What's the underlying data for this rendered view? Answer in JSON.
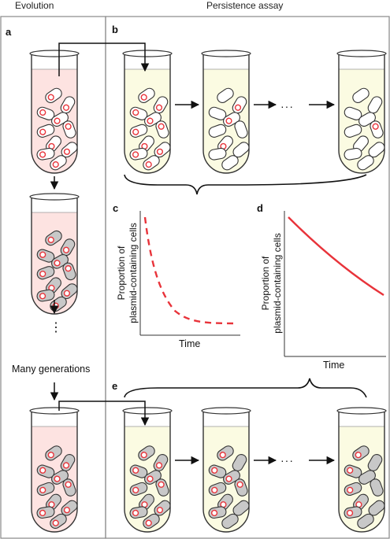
{
  "headers": {
    "left": "Evolution",
    "right": "Persistence assay"
  },
  "panels": {
    "a": "a",
    "b": "b",
    "c": "c",
    "d": "d",
    "e": "e"
  },
  "labels": {
    "dots": "⋮",
    "many_generations": "Many generations",
    "ellipsis": "···"
  },
  "plots": {
    "c": {
      "ylabel_line1": "Proportion of",
      "ylabel_line2": "plasmid-containing cells",
      "xlabel": "Time"
    },
    "d": {
      "ylabel_line1": "Proportion of",
      "ylabel_line2": "plasmid-containing cells",
      "xlabel": "Time"
    }
  },
  "colors": {
    "tube_pink": "#fde3e1",
    "tube_yellow": "#fbfbe2",
    "cell_white": "#ffffff",
    "cell_grey": "#c8c8c8",
    "plasmid": "#e8333a",
    "curve": "#e8333a",
    "stroke": "#333333",
    "frame": "#888888"
  },
  "icons": {
    "tube": "test-tube-icon",
    "cell": "bacterial-cell-icon",
    "plasmid": "plasmid-icon",
    "arrow": "arrow-icon"
  }
}
